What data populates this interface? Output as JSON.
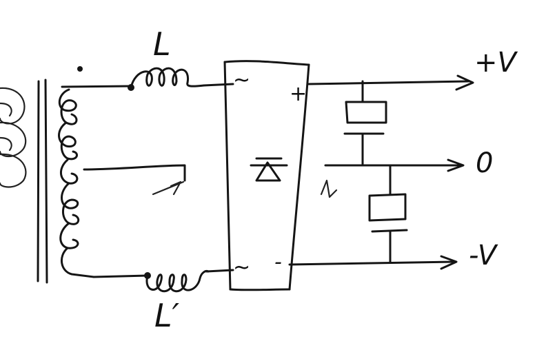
{
  "diagram": {
    "inductor_top_label": "L",
    "inductor_bottom_label": "L′",
    "output_positive_label": "+V",
    "output_zero_label": "0",
    "output_negative_label": "-V",
    "bridge_ac_top_symbol": "~",
    "bridge_ac_bottom_symbol": "~",
    "bridge_plus_symbol": "+",
    "bridge_minus_symbol": "-"
  }
}
